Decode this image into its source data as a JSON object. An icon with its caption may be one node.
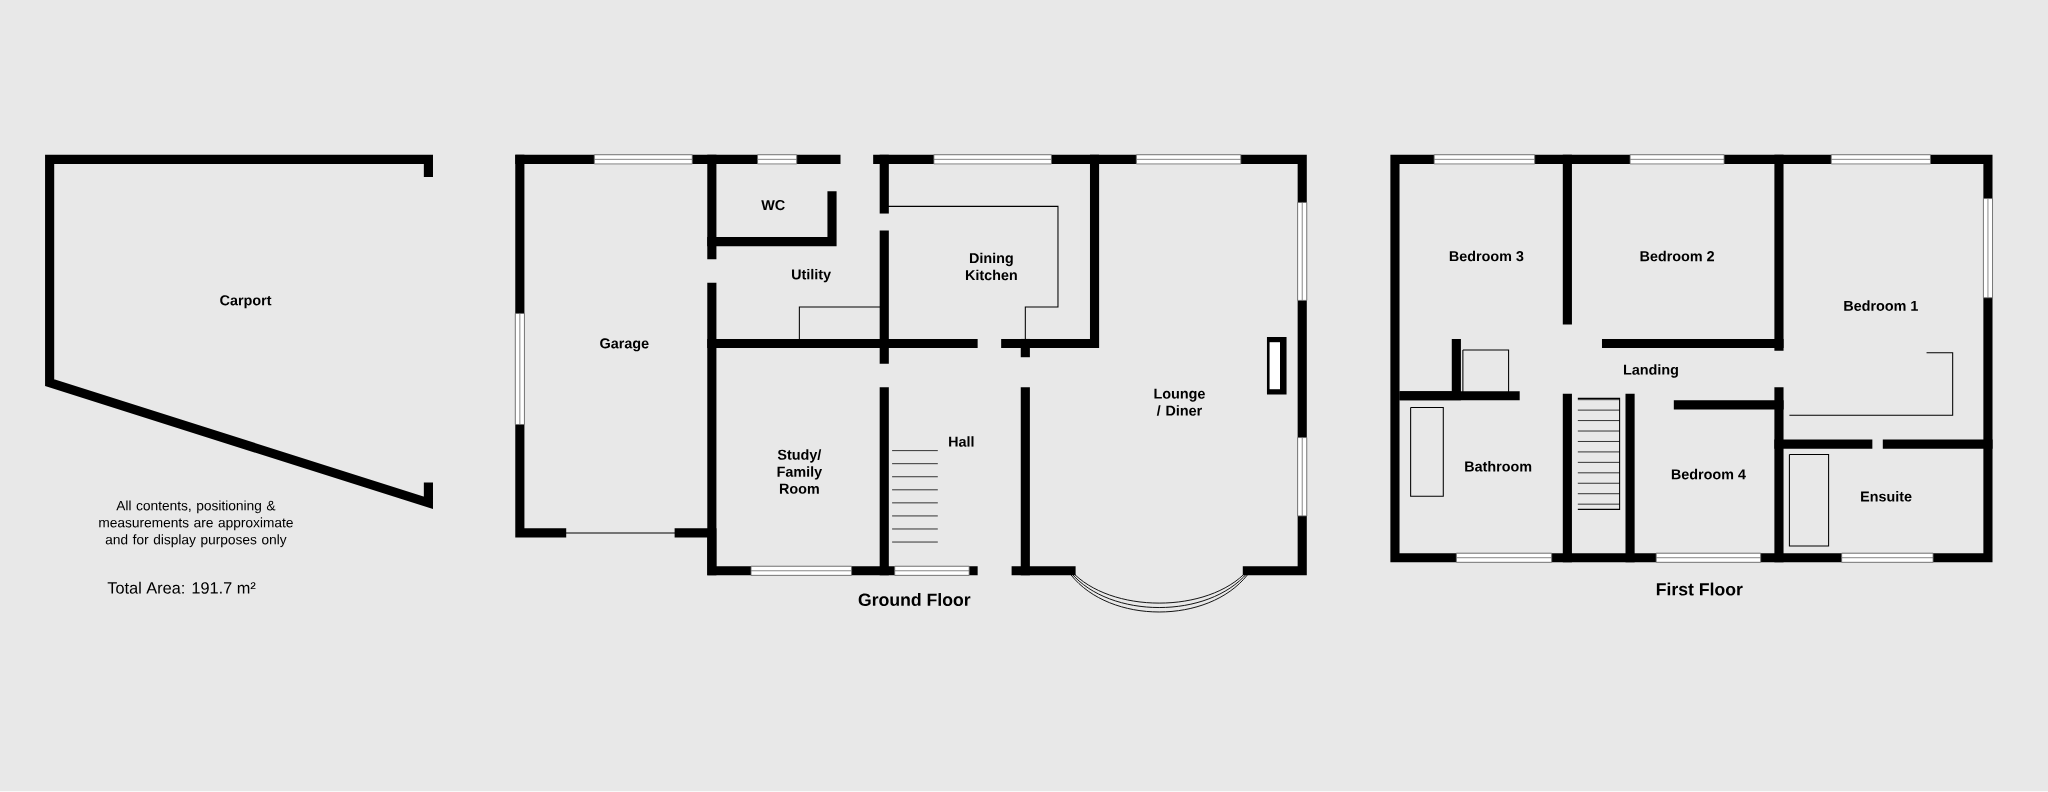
{
  "diagram": {
    "labels": [
      "Carport",
      "Garage",
      "WC",
      "Utility",
      "Dining Kitchen",
      "Study/ Family Room",
      "Hall",
      "Lounge / Diner",
      "Ground Floor",
      "Bedroom 3",
      "Bedroom 2",
      "Bedroom 1",
      "Landing",
      "Bathroom",
      "Bedroom 4",
      "Ensuite",
      "First Floor",
      "All contents, positioning & measurements are approximate and for display purposes only",
      "Total Area: 191.7 m²"
    ]
  }
}
